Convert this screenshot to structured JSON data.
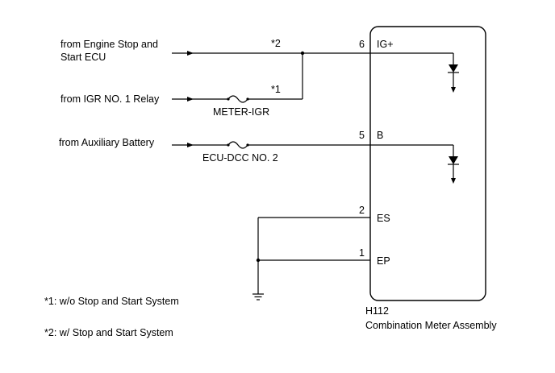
{
  "sources": {
    "engine_stop_line1": "from Engine Stop and",
    "engine_stop_line2": "Start ECU",
    "igr_relay": "from IGR NO. 1 Relay",
    "aux_battery": "from Auxiliary Battery"
  },
  "notes_on_wires": {
    "star2": "*2",
    "star1": "*1"
  },
  "fuses": {
    "meter_igr": "METER-IGR",
    "ecu_dcc": "ECU-DCC NO. 2"
  },
  "pins": {
    "ig_num": "6",
    "ig_name": "IG+",
    "b_num": "5",
    "b_name": "B",
    "es_num": "2",
    "es_name": "ES",
    "ep_num": "1",
    "ep_name": "EP"
  },
  "component": {
    "code": "H112",
    "name": "Combination Meter Assembly"
  },
  "footnotes": {
    "note1": "*1: w/o Stop and Start System",
    "note2": "*2: w/ Stop and Start System"
  }
}
